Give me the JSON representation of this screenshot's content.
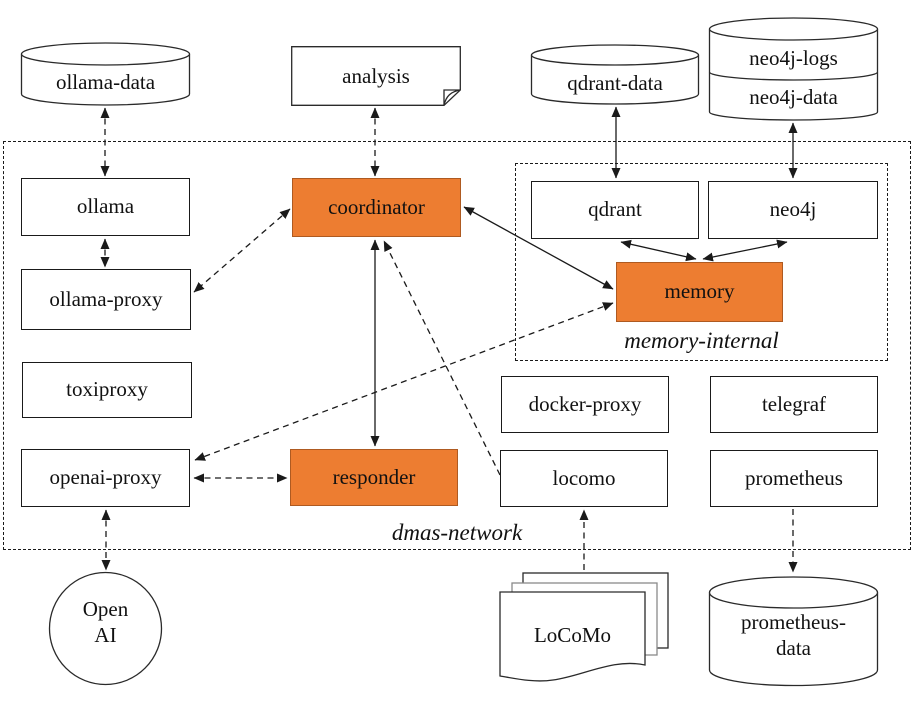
{
  "diagram": {
    "title_hint": "container architecture diagram",
    "colors": {
      "highlight_fill": "#ED7D31",
      "highlight_border": "#AE5A21",
      "line": "#1a1a1a",
      "background": "#FFFFFF"
    },
    "networks": {
      "dmas": {
        "label": "dmas-network"
      },
      "memory_internal": {
        "label": "memory-internal"
      }
    },
    "nodes": {
      "ollama_data": {
        "label": "ollama-data",
        "shape": "cylinder"
      },
      "analysis": {
        "label": "analysis",
        "shape": "document-note"
      },
      "qdrant_data": {
        "label": "qdrant-data",
        "shape": "cylinder"
      },
      "neo4j_logs": {
        "label": "neo4j-logs",
        "shape": "stacked-cylinder-top"
      },
      "neo4j_data": {
        "label": "neo4j-data",
        "shape": "stacked-cylinder-bottom"
      },
      "ollama": {
        "label": "ollama",
        "shape": "box"
      },
      "ollama_proxy": {
        "label": "ollama-proxy",
        "shape": "box"
      },
      "toxiproxy": {
        "label": "toxiproxy",
        "shape": "box"
      },
      "openai_proxy": {
        "label": "openai-proxy",
        "shape": "box"
      },
      "coordinator": {
        "label": "coordinator",
        "shape": "box",
        "highlighted": true
      },
      "responder": {
        "label": "responder",
        "shape": "box",
        "highlighted": true
      },
      "memory": {
        "label": "memory",
        "shape": "box",
        "highlighted": true
      },
      "qdrant": {
        "label": "qdrant",
        "shape": "box"
      },
      "neo4j": {
        "label": "neo4j",
        "shape": "box"
      },
      "docker_proxy": {
        "label": "docker-proxy",
        "shape": "box"
      },
      "telegraf": {
        "label": "telegraf",
        "shape": "box"
      },
      "locomo": {
        "label": "locomo",
        "shape": "box"
      },
      "prometheus": {
        "label": "prometheus",
        "shape": "box"
      },
      "openai": {
        "line1": "Open",
        "line2": "AI",
        "shape": "circle"
      },
      "locomo_dataset": {
        "label": "LoCoMo",
        "shape": "stacked-documents"
      },
      "prometheus_data": {
        "line1": "prometheus-",
        "line2": "data",
        "shape": "cylinder"
      }
    },
    "edges": [
      {
        "from": "ollama-data",
        "to": "ollama",
        "style": "dashed",
        "arrows": "both"
      },
      {
        "from": "ollama",
        "to": "ollama-proxy",
        "style": "dashed",
        "arrows": "both"
      },
      {
        "from": "analysis",
        "to": "coordinator",
        "style": "dashed",
        "arrows": "both"
      },
      {
        "from": "coordinator",
        "to": "ollama-proxy",
        "style": "dashed",
        "arrows": "both"
      },
      {
        "from": "coordinator",
        "to": "responder",
        "style": "solid",
        "arrows": "both"
      },
      {
        "from": "coordinator",
        "to": "memory",
        "style": "solid",
        "arrows": "both"
      },
      {
        "from": "locomo",
        "to": "coordinator",
        "style": "dashed",
        "arrows": "end"
      },
      {
        "from": "memory",
        "to": "openai-proxy",
        "style": "dashed",
        "arrows": "both"
      },
      {
        "from": "openai-proxy",
        "to": "responder",
        "style": "dashed",
        "arrows": "both"
      },
      {
        "from": "openai-proxy",
        "to": "openai",
        "style": "dashed",
        "arrows": "both"
      },
      {
        "from": "qdrant-data",
        "to": "qdrant",
        "style": "solid",
        "arrows": "both"
      },
      {
        "from": "neo4j-data",
        "to": "neo4j",
        "style": "solid",
        "arrows": "both"
      },
      {
        "from": "qdrant",
        "to": "memory",
        "style": "solid",
        "arrows": "both"
      },
      {
        "from": "neo4j",
        "to": "memory",
        "style": "solid",
        "arrows": "both"
      },
      {
        "from": "locomo-dataset",
        "to": "locomo",
        "style": "dashed",
        "arrows": "end"
      },
      {
        "from": "prometheus",
        "to": "prometheus-data",
        "style": "dashed",
        "arrows": "end"
      }
    ]
  }
}
